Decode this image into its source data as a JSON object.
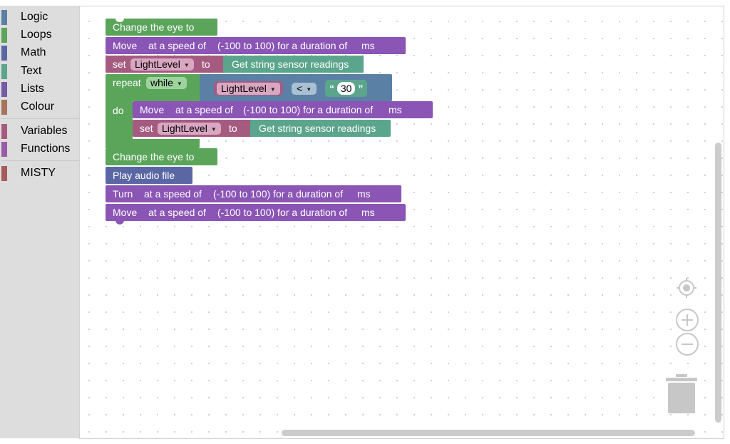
{
  "toolbox": {
    "categories": [
      {
        "label": "Logic",
        "color": "#5b80a5"
      },
      {
        "label": "Loops",
        "color": "#5ba55b"
      },
      {
        "label": "Math",
        "color": "#5b67a5"
      },
      {
        "label": "Text",
        "color": "#5ba58c"
      },
      {
        "label": "Lists",
        "color": "#745ba5"
      },
      {
        "label": "Colour",
        "color": "#a5745b"
      },
      {
        "label": "Variables",
        "color": "#a55b80"
      },
      {
        "label": "Functions",
        "color": "#995ba5"
      },
      {
        "label": "MISTY",
        "color": "#a55b5b"
      }
    ]
  },
  "blocks": {
    "eye1": "Change the eye to",
    "move": {
      "word": "Move",
      "speed": "at a speed of",
      "range": "(-100 to 100) for a duration of",
      "unit": "ms"
    },
    "set": {
      "word": "set",
      "var": "LightLevel",
      "to": "to",
      "sensor": "Get string sensor readings"
    },
    "repeat": {
      "word": "repeat",
      "mode": "while",
      "var": "LightLevel",
      "op": "<",
      "open_quote": "“",
      "value": "30",
      "close_quote": "”",
      "do": "do"
    },
    "eye2": "Change the eye to",
    "audio": "Play audio file",
    "turn": {
      "word": "Turn",
      "speed": "at a speed of",
      "range": "(-100 to 100) for a duration of",
      "unit": "ms"
    }
  },
  "colors": {
    "green": "#5ba55b",
    "purple": "#8a55b5",
    "rose": "#a55b80",
    "teal": "#5ba58c",
    "blue": "#5b80a5",
    "indigo": "#5b67a5"
  },
  "icons": [
    "recenter-icon",
    "zoom-in-icon",
    "zoom-out-icon",
    "trash-icon"
  ]
}
